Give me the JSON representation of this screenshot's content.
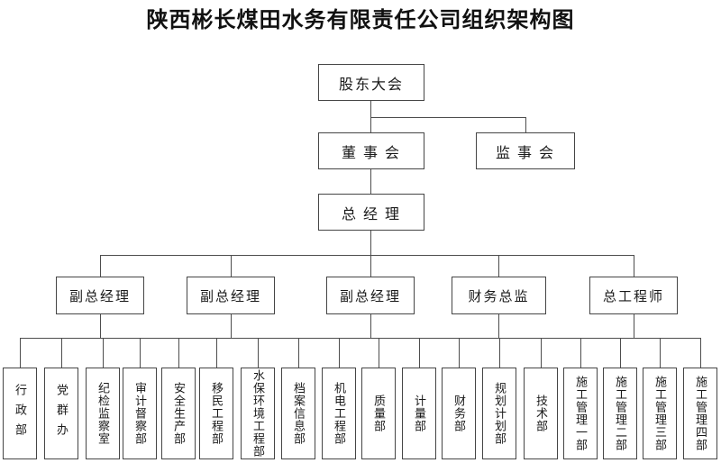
{
  "title": "陕西彬长煤田水务有限责任公司组织架构图",
  "org": {
    "level1": {
      "label": "股东大会"
    },
    "level2": [
      {
        "label": "董 事 会"
      },
      {
        "label": "监 事 会"
      }
    ],
    "level3": {
      "label": "总 经 理"
    },
    "level4": [
      {
        "label": "副总经理"
      },
      {
        "label": "副总经理"
      },
      {
        "label": "副总经理"
      },
      {
        "label": "财务总监"
      },
      {
        "label": "总工程师"
      }
    ],
    "departments": [
      {
        "label": "行政部"
      },
      {
        "label": "党群办"
      },
      {
        "label": "纪检监察室"
      },
      {
        "label": "审计督察部"
      },
      {
        "label": "安全生产部"
      },
      {
        "label": "移民工程部"
      },
      {
        "label": "水保环境工程部"
      },
      {
        "label": "档案信息部"
      },
      {
        "label": "机电工程部"
      },
      {
        "label": "质量部"
      },
      {
        "label": "计量部"
      },
      {
        "label": "财务部"
      },
      {
        "label": "规划计划部"
      },
      {
        "label": "技术部"
      },
      {
        "label": "施工管理一部"
      },
      {
        "label": "施工管理二部"
      },
      {
        "label": "施工管理三部"
      },
      {
        "label": "施工管理四部"
      }
    ]
  },
  "colors": {
    "background": "#ffffff",
    "line": "#4d4d4d",
    "border": "#454545",
    "text": "#1a1a1a"
  }
}
